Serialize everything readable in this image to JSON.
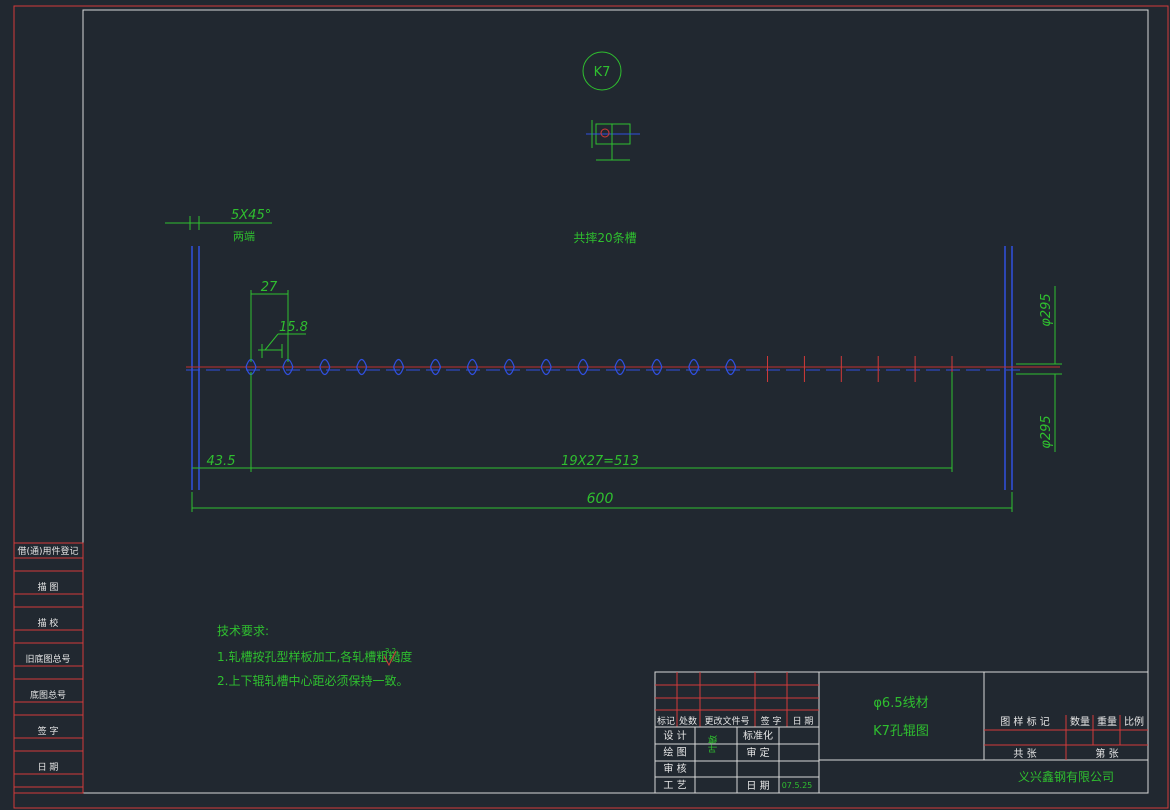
{
  "drawing": {
    "section_label": "K7",
    "top_note": "共摔20条槽",
    "chamfer_note": "5X45°",
    "chamfer_sub": "两端",
    "groove_count": 20
  },
  "dimensions": {
    "pitch": "27",
    "groove_width": "15.8",
    "end_offset": "43.5",
    "groove_span": "19X27=513",
    "total_length": "600",
    "dia_upper": "φ295",
    "dia_lower": "φ295"
  },
  "tech_requirements": {
    "heading": "技术要求:",
    "item1": "1.轧槽按孔型样板加工,各轧槽粗糙度",
    "roughness": "3.2",
    "item1_end": ";",
    "item2": "2.上下辊轧槽中心距必须保持一致。"
  },
  "side_table": {
    "rows": [
      "借(通)用件登记",
      "描 图",
      "描 校",
      "旧底图总号",
      "底图总号",
      "签 字",
      "日 期"
    ]
  },
  "title_block": {
    "rev_headers": [
      "标记",
      "处数",
      "更改文件号",
      "签 字",
      "日 期"
    ],
    "sign_rows": [
      "设 计",
      "绘 图",
      "审 核",
      "工 艺"
    ],
    "standardize": "标准化",
    "approve": "审 定",
    "date_label": "日 期",
    "date_value": "07.5.25",
    "signature": "叶敏",
    "title_line1": "φ6.5线材",
    "title_line2": "K7孔辊图",
    "stage_headers": [
      "图 样 标 记",
      "数量",
      "重量",
      "比例"
    ],
    "sheet_total": "共  张",
    "sheet_no": "第  张",
    "company": "义兴鑫钢有限公司"
  }
}
